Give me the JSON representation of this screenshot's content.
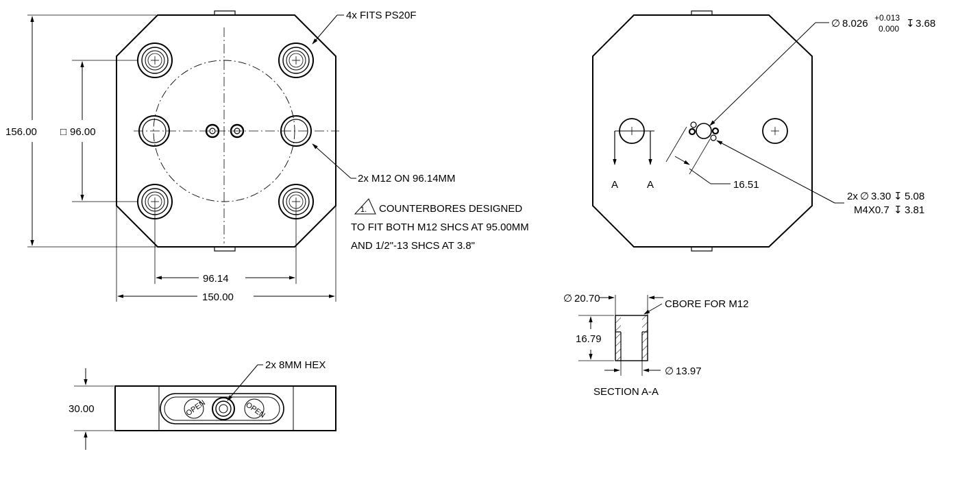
{
  "colors": {
    "line": "#000000",
    "background": "#ffffff",
    "hatch": "#000000"
  },
  "top_view": {
    "overall_height": "156.00",
    "square_size": "96.00",
    "square_symbol": "□",
    "fits_note": "4x FITS PS20F",
    "bolt_note": "2x M12 ON 96.14MM",
    "width_inner": "96.14",
    "width_outer": "150.00"
  },
  "note_1": {
    "number": "1.",
    "line1": "COUNTERBORES DESIGNED",
    "line2": "TO FIT BOTH M12 SHCS AT 95.00MM",
    "line3": "AND 1/2\"-13 SHCS AT 3.8\""
  },
  "front_view": {
    "thickness": "30.00",
    "hex_note": "2x 8MM HEX",
    "open_label": "OPEN",
    "open_glyph_left": "⟲",
    "open_glyph_right": "⟳"
  },
  "bottom_view": {
    "dia_symbol": "∅",
    "pin_dia": "8.026",
    "tol_upper": "+0.013",
    "tol_lower": "0.000",
    "depth_symbol": "↧",
    "pin_depth": "3.68",
    "offset": "16.51",
    "hole_note_line1_prefix": "2x",
    "hole_note_line1_dia": "3.30",
    "hole_note_line1_depth": "5.08",
    "hole_note_line2_thread": "M4X0.7",
    "hole_note_line2_depth": "3.81",
    "section_mark_left": "A",
    "section_mark_right": "A"
  },
  "section_view": {
    "cbore_dia": "20.70",
    "cbore_note": "CBORE FOR M12",
    "depth": "16.79",
    "through_dia": "13.97",
    "title": "SECTION A-A"
  }
}
